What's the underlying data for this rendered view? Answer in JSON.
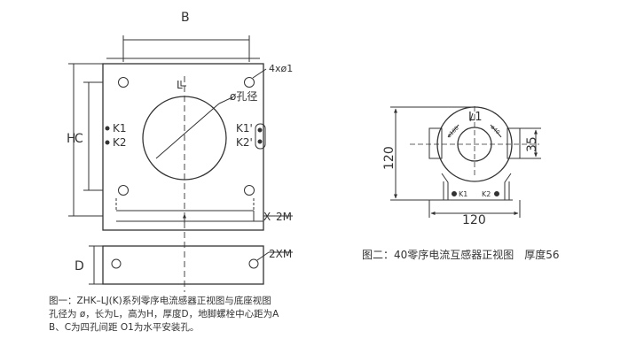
{
  "fig1": {
    "dims": {
      "B": "B",
      "H": "H",
      "C": "C",
      "D": "D",
      "L": "L"
    },
    "labels": {
      "holes": "4xø1",
      "bore": "ø孔径",
      "k1": "K1",
      "k2": "K2",
      "k1r": "K1'",
      "k2r": "K2'",
      "base_side": "2M",
      "base_top": "2XM",
      "x_mark": "X"
    },
    "caption": {
      "line1": "图一：ZHK–LJ(K)系列零序电流感器正视图与底座视图",
      "line2": "孔径为 ø，长为L，高为H，厚度D，地脚螺栓中心距为A",
      "line3": "B、C为四孔间距 O1为水平安装孔。"
    }
  },
  "fig2": {
    "labels": {
      "l1": "L1",
      "k1": "K1",
      "k2": "K2",
      "inner_dia_left": "ø100",
      "inner_dia_right": "ø40",
      "width": "120",
      "height": "120",
      "right": "35"
    },
    "caption": "图二：40零序电流互感器正视图　厚度56"
  },
  "colors": {
    "line": "#333333",
    "bg": "#ffffff"
  }
}
